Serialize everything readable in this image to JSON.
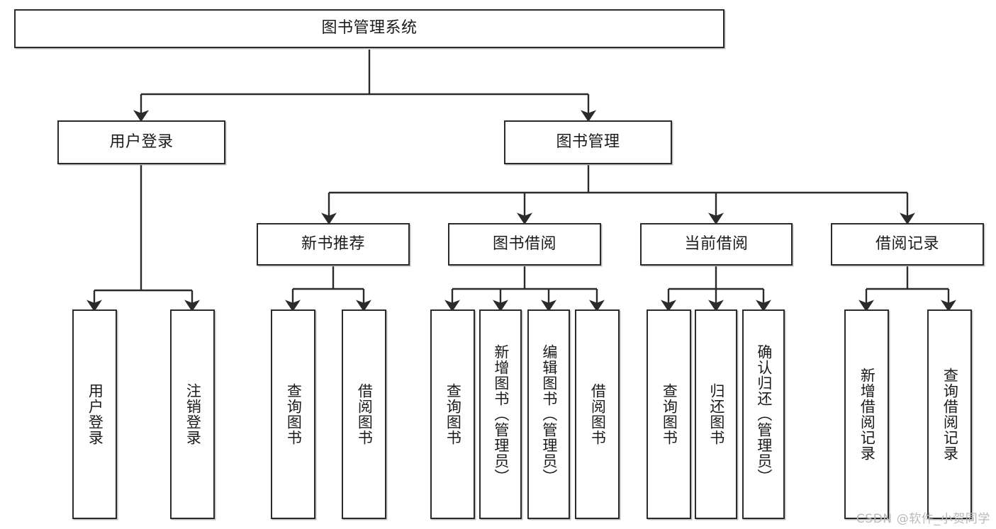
{
  "diagram": {
    "type": "tree",
    "title": "图书管理系统",
    "watermark": "CSDN @软件_小贺同学",
    "colors": {
      "stroke": "#2b2b2b",
      "fill": "#ffffff",
      "text": "#1b1b1b",
      "shadow": "#8c8c8c",
      "watermark": "#b9b9b9"
    },
    "nodes": {
      "root": {
        "label": "图书管理系统",
        "orientation": "horizontal"
      },
      "level2": [
        {
          "id": "user-login",
          "label": "用户登录",
          "orientation": "horizontal"
        },
        {
          "id": "book-management",
          "label": "图书管理",
          "orientation": "horizontal"
        }
      ],
      "level3": [
        {
          "id": "new-book-recommend",
          "label": "新书推荐",
          "orientation": "horizontal"
        },
        {
          "id": "book-borrow",
          "label": "图书借阅",
          "orientation": "horizontal"
        },
        {
          "id": "current-borrow",
          "label": "当前借阅",
          "orientation": "horizontal"
        },
        {
          "id": "borrow-record",
          "label": "借阅记录",
          "orientation": "horizontal"
        }
      ],
      "leaves": {
        "user_login": [
          {
            "id": "leaf-user-login",
            "label": "用户登录",
            "orientation": "vertical"
          },
          {
            "id": "leaf-logout",
            "label": "注销登录",
            "orientation": "vertical"
          }
        ],
        "new_book_recommend": [
          {
            "id": "leaf-query-book-1",
            "label": "查询图书",
            "orientation": "vertical"
          },
          {
            "id": "leaf-borrow-book-1",
            "label": "借阅图书",
            "orientation": "vertical"
          }
        ],
        "book_borrow": [
          {
            "id": "leaf-query-book-2",
            "label": "查询图书",
            "orientation": "vertical"
          },
          {
            "id": "leaf-add-book",
            "label": "新增图书（管理员）",
            "orientation": "vertical"
          },
          {
            "id": "leaf-edit-book",
            "label": "编辑图书（管理员）",
            "orientation": "vertical"
          },
          {
            "id": "leaf-borrow-book-2",
            "label": "借阅图书",
            "orientation": "vertical"
          }
        ],
        "current_borrow": [
          {
            "id": "leaf-query-book-3",
            "label": "查询图书",
            "orientation": "vertical"
          },
          {
            "id": "leaf-return-book",
            "label": "归还图书",
            "orientation": "vertical"
          },
          {
            "id": "leaf-confirm-return",
            "label": "确认归还（管理员）",
            "orientation": "vertical"
          }
        ],
        "borrow_record": [
          {
            "id": "leaf-add-record",
            "label": "新增借阅记录",
            "orientation": "vertical"
          },
          {
            "id": "leaf-query-record",
            "label": "查询借阅记录",
            "orientation": "vertical"
          }
        ]
      }
    },
    "edges": [
      {
        "from": "图书管理系统",
        "to": "用户登录"
      },
      {
        "from": "图书管理系统",
        "to": "图书管理"
      },
      {
        "from": "用户登录",
        "to": "用户登录"
      },
      {
        "from": "用户登录",
        "to": "注销登录"
      },
      {
        "from": "图书管理",
        "to": "新书推荐"
      },
      {
        "from": "图书管理",
        "to": "图书借阅"
      },
      {
        "from": "图书管理",
        "to": "当前借阅"
      },
      {
        "from": "图书管理",
        "to": "借阅记录"
      },
      {
        "from": "新书推荐",
        "to": "查询图书"
      },
      {
        "from": "新书推荐",
        "to": "借阅图书"
      },
      {
        "from": "图书借阅",
        "to": "查询图书"
      },
      {
        "from": "图书借阅",
        "to": "新增图书（管理员）"
      },
      {
        "from": "图书借阅",
        "to": "编辑图书（管理员）"
      },
      {
        "from": "图书借阅",
        "to": "借阅图书"
      },
      {
        "from": "当前借阅",
        "to": "查询图书"
      },
      {
        "from": "当前借阅",
        "to": "归还图书"
      },
      {
        "from": "当前借阅",
        "to": "确认归还（管理员）"
      },
      {
        "from": "借阅记录",
        "to": "新增借阅记录"
      },
      {
        "from": "借阅记录",
        "to": "查询借阅记录"
      }
    ]
  }
}
